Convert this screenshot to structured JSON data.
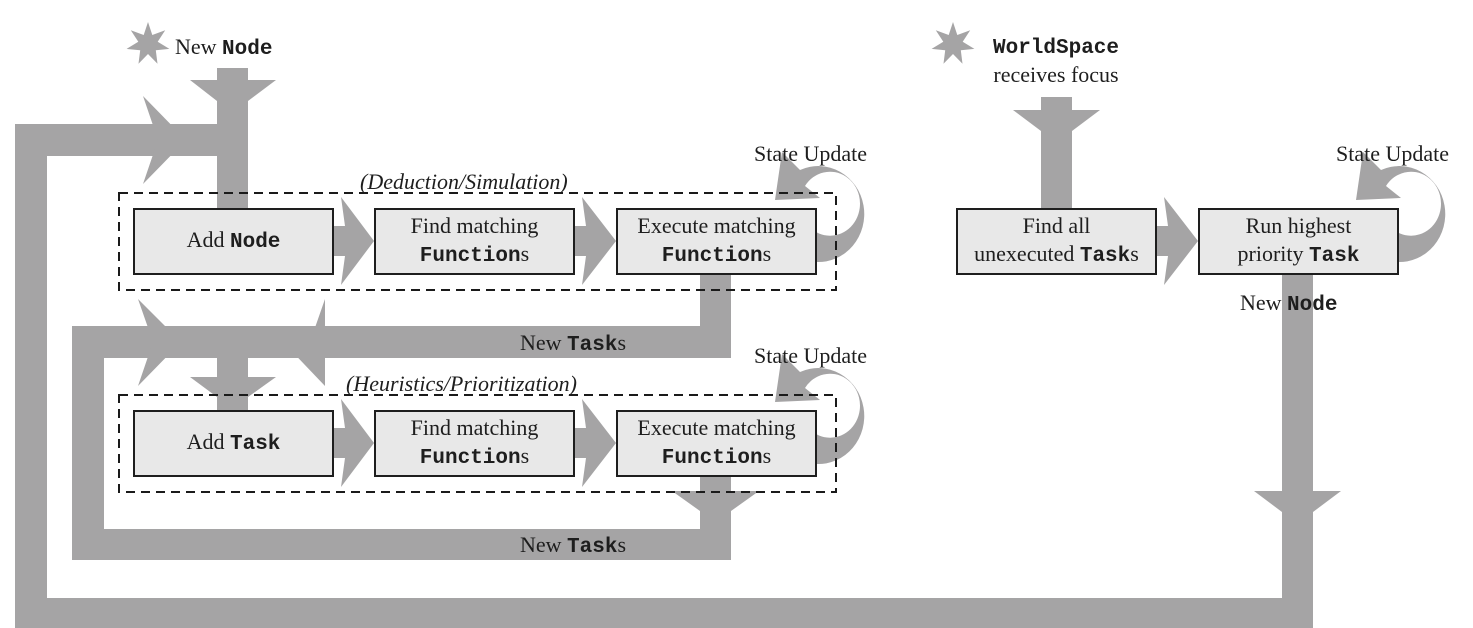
{
  "colors": {
    "flow_arrow": "#a5a4a5",
    "box_fill": "#e8e8e8",
    "box_border": "#1e1e1e",
    "text": "#1e1e1e"
  },
  "left_flow": {
    "trigger": {
      "icon": "star-icon",
      "prefix": "New ",
      "code": "Node"
    },
    "deduction_group": {
      "caption": "(Deduction/Simulation)",
      "state_update_label": "State Update",
      "boxes": [
        {
          "line1": "Add ",
          "code1": "Node",
          "line2": "",
          "code2": "",
          "suffix2": ""
        },
        {
          "line1": "Find matching",
          "code1": "",
          "line2": "",
          "code2": "Function",
          "suffix2": "s"
        },
        {
          "line1": "Execute matching",
          "code1": "",
          "line2": "",
          "code2": "Function",
          "suffix2": "s"
        }
      ],
      "output_label": {
        "prefix": "New ",
        "code": "Task",
        "suffix": "s"
      }
    },
    "heuristics_group": {
      "caption": "(Heuristics/Prioritization)",
      "state_update_label": "State Update",
      "boxes": [
        {
          "line1": "Add ",
          "code1": "Task",
          "line2": "",
          "code2": "",
          "suffix2": ""
        },
        {
          "line1": "Find matching",
          "code1": "",
          "line2": "",
          "code2": "Function",
          "suffix2": "s"
        },
        {
          "line1": "Execute matching",
          "code1": "",
          "line2": "",
          "code2": "Function",
          "suffix2": "s"
        }
      ],
      "output_label": {
        "prefix": "New ",
        "code": "Task",
        "suffix": "s"
      }
    }
  },
  "right_flow": {
    "trigger": {
      "icon": "star-icon",
      "code": "WorldSpace",
      "text": "receives focus"
    },
    "state_update_label": "State Update",
    "boxes": [
      {
        "line1": "Find all",
        "line2": "unexecuted ",
        "code2": "Task",
        "suffix2": "s"
      },
      {
        "line1": "Run highest",
        "line2": "priority ",
        "code2": "Task",
        "suffix2": ""
      }
    ],
    "output_label": {
      "prefix": "New ",
      "code": "Node"
    }
  }
}
